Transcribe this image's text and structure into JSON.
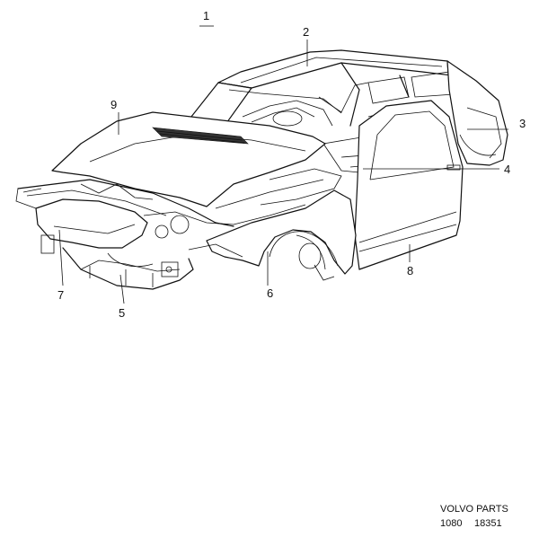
{
  "diagram": {
    "main_label": "1",
    "callouts": [
      {
        "id": "c2",
        "text": "2"
      },
      {
        "id": "c3",
        "text": "3"
      },
      {
        "id": "c4",
        "text": "4"
      },
      {
        "id": "c5",
        "text": "5"
      },
      {
        "id": "c6",
        "text": "6"
      },
      {
        "id": "c7",
        "text": "7"
      },
      {
        "id": "c8",
        "text": "8"
      },
      {
        "id": "c9",
        "text": "9"
      }
    ]
  },
  "footer": {
    "brand": "VOLVO PARTS",
    "ref_left": "1080",
    "ref_right": "18351"
  }
}
